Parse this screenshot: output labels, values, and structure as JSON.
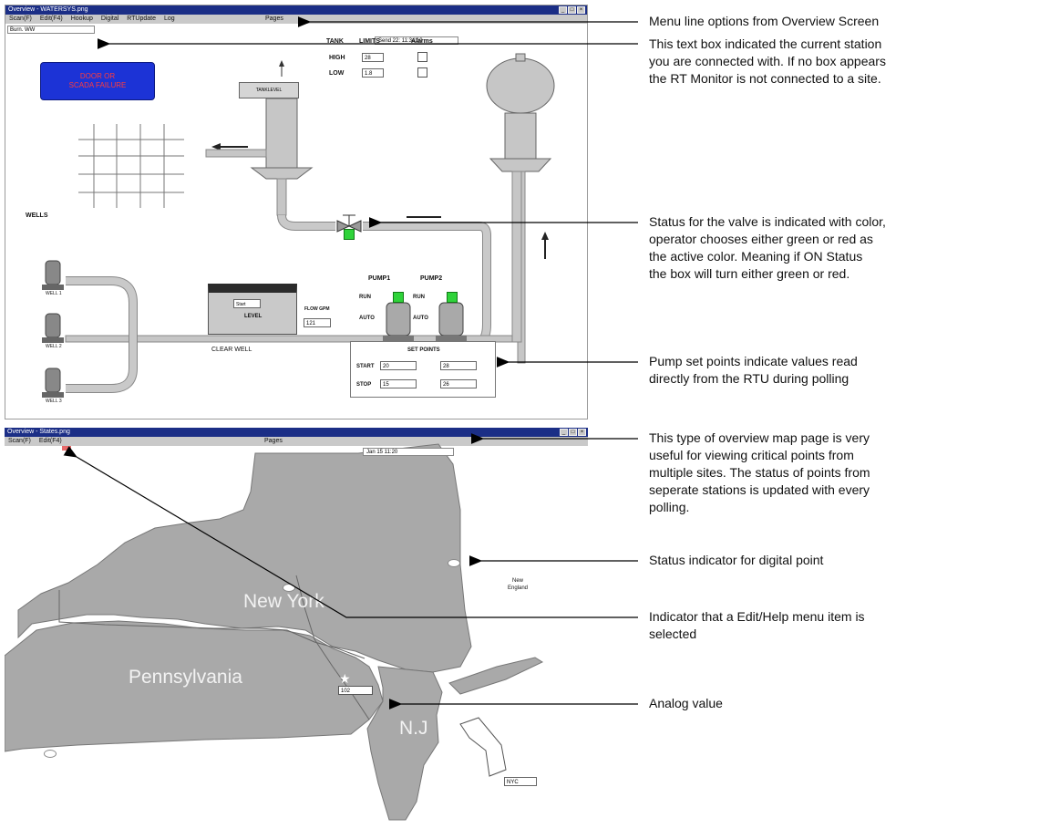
{
  "overview_window": {
    "title": "Overview - WATERSYS.png",
    "menu": [
      "Scan(F)",
      "Edit(F4)",
      "Hookup",
      "Digital",
      "RTUpdate",
      "Log"
    ],
    "page_label": "Pages",
    "station": "Burn. WW",
    "datetime": "Send 22: 11:34:19",
    "alarm_text": [
      "DOOR OR",
      "SCADA FAILURE"
    ],
    "tank_label": "TANKLEVEL",
    "table_headers": [
      "TANK",
      "LIMITS",
      "Alarms"
    ],
    "row_labels": [
      "HIGH",
      "LOW"
    ],
    "limit_values": [
      "28",
      "1.8"
    ],
    "wells_label": "WELLS",
    "well_labels": [
      "WELL 1",
      "WELL 2",
      "WELL 3"
    ],
    "clearwell_label": "CLEAR WELL",
    "clearwell_inner_value": "Start",
    "clearwell_level": "LEVEL",
    "flow_label": "FLOW GPM",
    "flow_value": "121",
    "pump_labels": [
      "PUMP1",
      "PUMP2"
    ],
    "pump_mode_labels": [
      "RUN",
      "AUTO"
    ],
    "setpoints_title": "SET POINTS",
    "setpoint_rows": [
      "START",
      "STOP"
    ],
    "setpoint_values": [
      "20",
      "28",
      "15",
      "26"
    ]
  },
  "map_window": {
    "title": "Overview - States.png",
    "menu": [
      "Scan(F)",
      "Edit(F4)"
    ],
    "page_label": "Pages",
    "datetime": "Jan 15 11:20",
    "states": [
      "New York",
      "Pennsylvania",
      "N.J"
    ],
    "new_england_label": [
      "New",
      "England"
    ],
    "analog_value": "102",
    "box_label": "NYC"
  },
  "annotations": {
    "menu_line": [
      "Menu line options from Overview Screen"
    ],
    "station_box": [
      "This text box indicated the current station",
      "you are connected with. If no box appears",
      "the RT Monitor is not connected to a site."
    ],
    "valve_status": [
      "Status for the valve is indicated with color,",
      "operator chooses either green or red as",
      "the active color. Meaning if ON Status",
      "the box will turn either green or red."
    ],
    "pump_setpoints": [
      "Pump set points indicate values read",
      "directly from the RTU during polling"
    ],
    "overview_map": [
      "This type of overview map page is very",
      "useful for viewing critical points from",
      "multiple sites. The status of points from",
      "seperate stations is updated with every",
      "polling."
    ],
    "digital_status": [
      "Status indicator for digital point"
    ],
    "edit_help": [
      "Indicator that a Edit/Help menu item is",
      "selected"
    ],
    "analog_value": [
      "Analog value"
    ]
  }
}
